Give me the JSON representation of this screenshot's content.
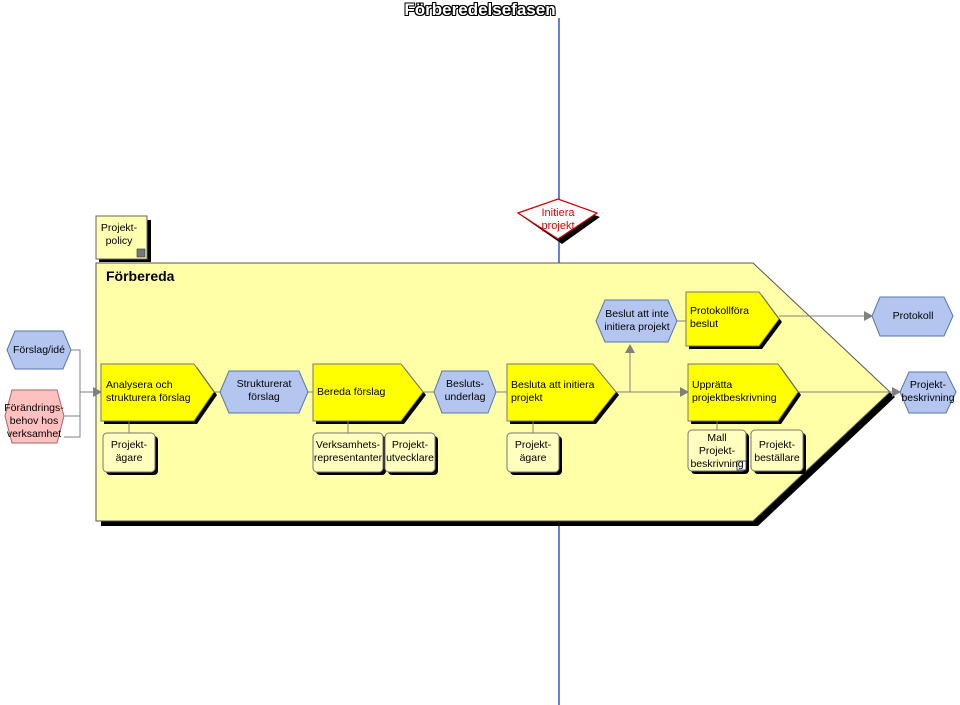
{
  "title": "Förberedelsefasen",
  "function": {
    "title": "Förbereda"
  },
  "documents": {
    "projektpolicy": "Projekt-\npolicy"
  },
  "process_interface": {
    "initiera": "Initiera\nprojekt"
  },
  "events": {
    "forslag_ide": "Förslag/idé",
    "beslut_inte": "Beslut att inte\ninitiera projekt",
    "protokoll": "Protokoll",
    "strukturerat": "Strukturerat\nförslag",
    "beslutsunderlag": "Besluts-\nunderlag",
    "projektbeskrivning": "Projekt-\nbeskrivning",
    "forandring": "Förändrings-\nbehov hos\nverksamhet"
  },
  "functions": {
    "analysera": "Analysera och\nstrukturera förslag",
    "bereda": "Bereda förslag",
    "besluta": "Besluta att initiera\nprojekt",
    "upprata": "Upprätta\nprojektbeskrivning",
    "protokollfora": "Protokollföra\nbeslut"
  },
  "roles": {
    "agare1": "Projekt-\nägare",
    "verksamhet": "Verksamhets-\nrepresentanter",
    "utvecklare": "Projekt-\nutvecklare",
    "agare2": "Projekt-\nägare",
    "mall": "Mall\nProjekt-\nbeskrivning",
    "bestallare": "Projekt-\nbeställare"
  },
  "colors": {
    "big_function": "#ffffa8",
    "function": "#ffff00",
    "event": "#b4c6f0",
    "role": "#ffffc0",
    "start_event": "#ffc0c0",
    "document": "#ffffb0",
    "interface_border": "#cc0000",
    "axis": "#3355cc",
    "connector": "#808080"
  }
}
